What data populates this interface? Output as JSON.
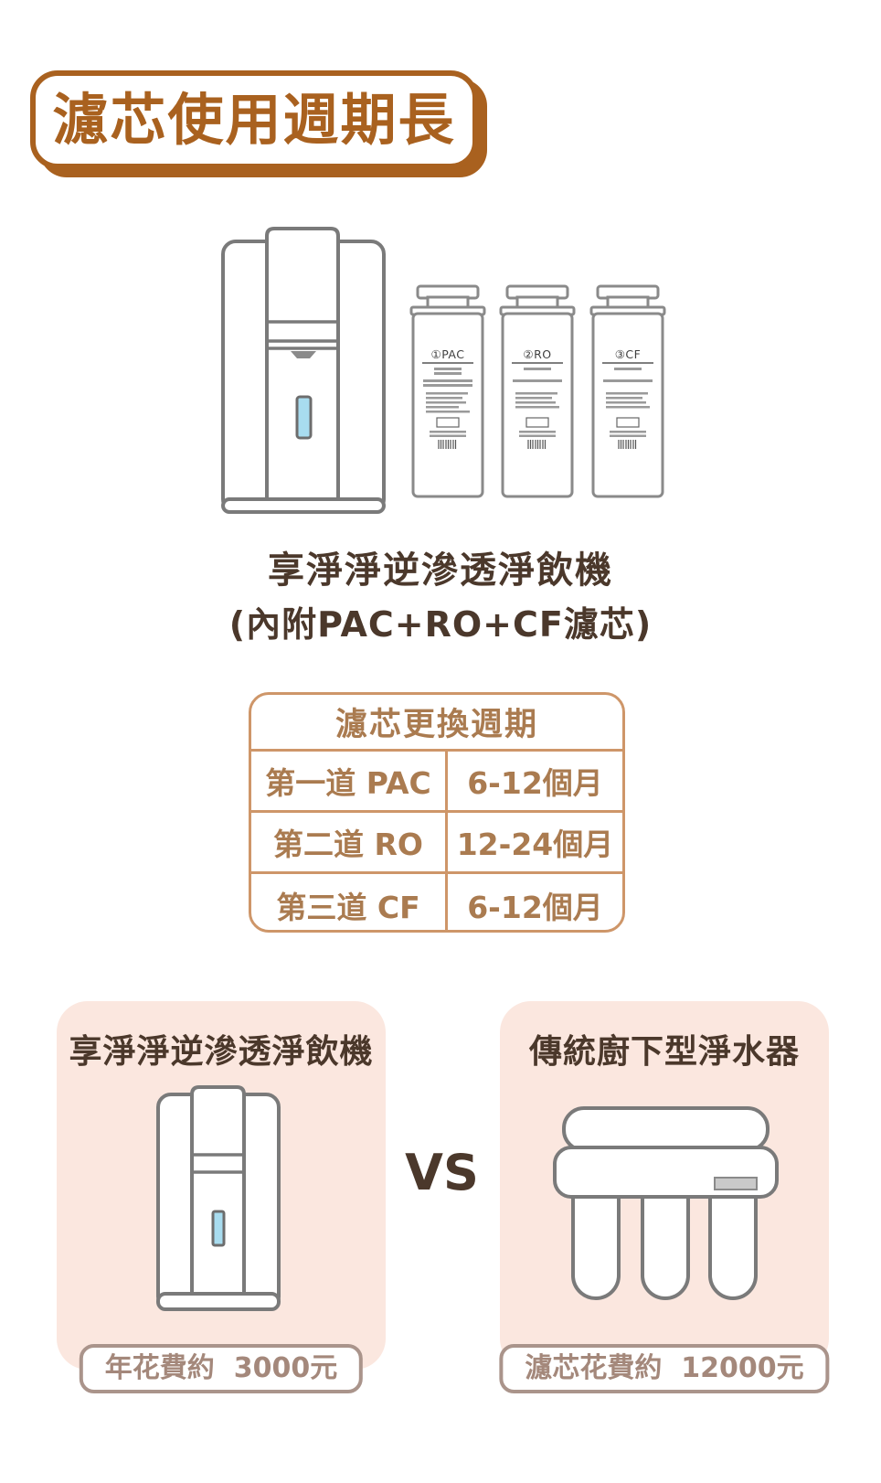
{
  "banner": {
    "title": "濾芯使用週期長"
  },
  "hero": {
    "caption_line1": "享淨淨逆滲透淨飲機",
    "caption_line2": "(內附PAC+RO+CF濾芯)",
    "filters": [
      {
        "label": "①PAC"
      },
      {
        "label": "②RO"
      },
      {
        "label": "③CF"
      }
    ]
  },
  "cycle_table": {
    "title": "濾芯更換週期",
    "rows": [
      {
        "stage": "第一道 PAC",
        "period": "6-12個月"
      },
      {
        "stage": "第二道 RO",
        "period": "12-24個月"
      },
      {
        "stage": "第三道 CF",
        "period": "6-12個月"
      }
    ]
  },
  "comparison": {
    "vs_label": "VS",
    "left": {
      "title": "享淨淨逆滲透淨飲機",
      "cost_label": "年花費約  3000元"
    },
    "right": {
      "title": "傳統廚下型淨水器",
      "cost_label": "濾芯花費約  12000元"
    }
  },
  "colors": {
    "brand_brown": "#A9611F",
    "dark_brown": "#4B382B",
    "table_border": "#CE9669",
    "table_text": "#AA7B50",
    "pink_panel": "#FBE7DF",
    "outline_gray": "#7A7A7A",
    "window_blue": "#A8DCEF",
    "cost_text": "#A4887B",
    "cost_border": "#AA948B"
  }
}
